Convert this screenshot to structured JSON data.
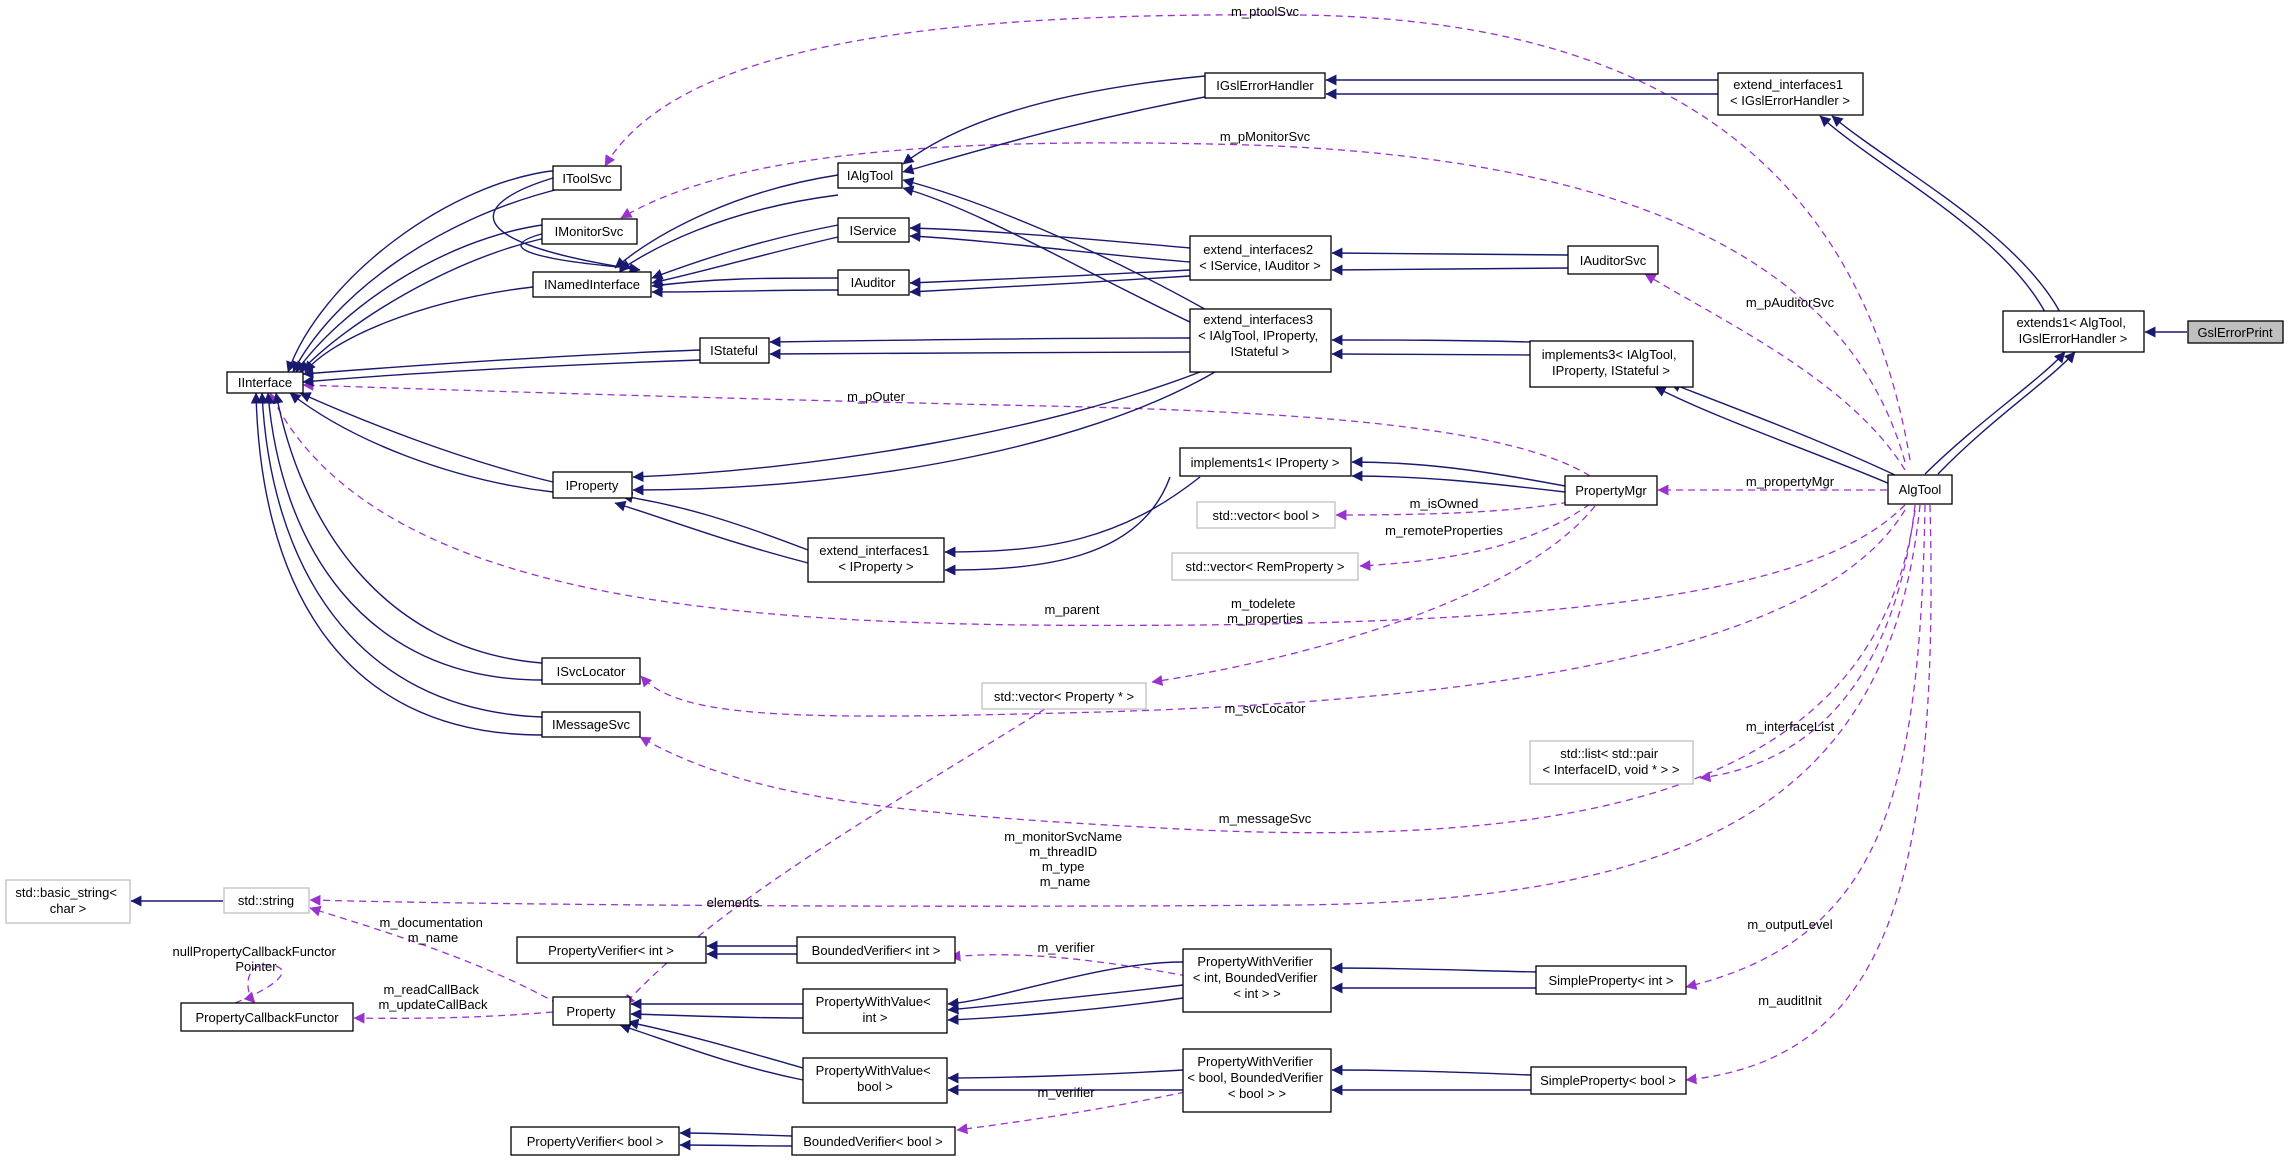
{
  "diagram": {
    "nodes": [
      {
        "id": "GslErrorPrint",
        "label": [
          "GslErrorPrint"
        ],
        "style": "focus"
      },
      {
        "id": "extends1",
        "label": [
          "extends1< AlgTool,",
          "IGslErrorHandler >"
        ]
      },
      {
        "id": "AlgTool",
        "label": [
          "AlgTool"
        ]
      },
      {
        "id": "extend_interfaces1_gsl",
        "label": [
          "extend_interfaces1",
          "< IGslErrorHandler >"
        ]
      },
      {
        "id": "IGslErrorHandler",
        "label": [
          "IGslErrorHandler"
        ]
      },
      {
        "id": "IAlgTool",
        "label": [
          "IAlgTool"
        ]
      },
      {
        "id": "IToolSvc",
        "label": [
          "IToolSvc"
        ]
      },
      {
        "id": "IMonitorSvc",
        "label": [
          "IMonitorSvc"
        ]
      },
      {
        "id": "INamedInterface",
        "label": [
          "INamedInterface"
        ]
      },
      {
        "id": "IInterface",
        "label": [
          "IInterface"
        ]
      },
      {
        "id": "IService",
        "label": [
          "IService"
        ]
      },
      {
        "id": "IAuditor",
        "label": [
          "IAuditor"
        ]
      },
      {
        "id": "IStateful",
        "label": [
          "IStateful"
        ]
      },
      {
        "id": "extend_interfaces2",
        "label": [
          "extend_interfaces2",
          "< IService, IAuditor >"
        ]
      },
      {
        "id": "IAuditorSvc",
        "label": [
          "IAuditorSvc"
        ]
      },
      {
        "id": "extend_interfaces3",
        "label": [
          "extend_interfaces3",
          "< IAlgTool, IProperty,",
          "IStateful >"
        ]
      },
      {
        "id": "implements3",
        "label": [
          "implements3< IAlgTool,",
          "IProperty, IStateful >"
        ]
      },
      {
        "id": "IProperty",
        "label": [
          "IProperty"
        ]
      },
      {
        "id": "implements1",
        "label": [
          "implements1< IProperty >"
        ]
      },
      {
        "id": "PropertyMgr",
        "label": [
          "PropertyMgr"
        ]
      },
      {
        "id": "vec_bool",
        "label": [
          "std::vector< bool >"
        ],
        "style": "gray"
      },
      {
        "id": "vec_remprop",
        "label": [
          "std::vector< RemProperty >"
        ],
        "style": "gray"
      },
      {
        "id": "extend_interfaces1_prop",
        "label": [
          "extend_interfaces1",
          "< IProperty >"
        ]
      },
      {
        "id": "ISvcLocator",
        "label": [
          "ISvcLocator"
        ]
      },
      {
        "id": "IMessageSvc",
        "label": [
          "IMessageSvc"
        ]
      },
      {
        "id": "vec_propptr",
        "label": [
          "std::vector< Property * >"
        ],
        "style": "gray"
      },
      {
        "id": "list_pair",
        "label": [
          "std::list< std::pair",
          "< InterfaceID, void * > >"
        ],
        "style": "gray"
      },
      {
        "id": "basic_string",
        "label": [
          "std::basic_string<",
          "char >"
        ],
        "style": "gray"
      },
      {
        "id": "std_string",
        "label": [
          "std::string"
        ],
        "style": "gray"
      },
      {
        "id": "PropertyVerifier_int",
        "label": [
          "PropertyVerifier< int >"
        ]
      },
      {
        "id": "BoundedVerifier_int",
        "label": [
          "BoundedVerifier< int >"
        ]
      },
      {
        "id": "PWV_int",
        "label": [
          "PropertyWithVerifier",
          "< int, BoundedVerifier",
          "< int > >"
        ]
      },
      {
        "id": "SimpleProperty_int",
        "label": [
          "SimpleProperty< int >"
        ]
      },
      {
        "id": "PropertyCallbackFunctor",
        "label": [
          "PropertyCallbackFunctor"
        ]
      },
      {
        "id": "Property",
        "label": [
          "Property"
        ]
      },
      {
        "id": "PWVal_int",
        "label": [
          "PropertyWithValue<",
          "int >"
        ]
      },
      {
        "id": "PWVal_bool",
        "label": [
          "PropertyWithValue<",
          "bool >"
        ]
      },
      {
        "id": "PWV_bool",
        "label": [
          "PropertyWithVerifier",
          "< bool, BoundedVerifier",
          "< bool > >"
        ]
      },
      {
        "id": "SimpleProperty_bool",
        "label": [
          "SimpleProperty< bool >"
        ]
      },
      {
        "id": "PropertyVerifier_bool",
        "label": [
          "PropertyVerifier< bool >"
        ]
      },
      {
        "id": "BoundedVerifier_bool",
        "label": [
          "BoundedVerifier< bool >"
        ]
      }
    ],
    "edge_labels": [
      {
        "id": "lbl_ptoolsvc",
        "lines": [
          "m_ptoolSvc"
        ]
      },
      {
        "id": "lbl_pmonitorsvc",
        "lines": [
          "m_pMonitorSvc"
        ]
      },
      {
        "id": "lbl_pauditorsvc",
        "lines": [
          "m_pAuditorSvc"
        ]
      },
      {
        "id": "lbl_pouter",
        "lines": [
          "m_pOuter"
        ]
      },
      {
        "id": "lbl_propertymgr",
        "lines": [
          "m_propertyMgr"
        ]
      },
      {
        "id": "lbl_isowned",
        "lines": [
          "m_isOwned"
        ]
      },
      {
        "id": "lbl_remoteprops",
        "lines": [
          "m_remoteProperties"
        ]
      },
      {
        "id": "lbl_parent",
        "lines": [
          "m_parent"
        ]
      },
      {
        "id": "lbl_todelete",
        "lines": [
          "m_todelete",
          "m_properties"
        ]
      },
      {
        "id": "lbl_svclocator",
        "lines": [
          "m_svcLocator"
        ]
      },
      {
        "id": "lbl_interfacelist",
        "lines": [
          "m_interfaceList"
        ]
      },
      {
        "id": "lbl_messagesvc",
        "lines": [
          "m_messageSvc"
        ]
      },
      {
        "id": "lbl_strings",
        "lines": [
          "m_monitorSvcName",
          "m_threadID",
          "m_type",
          "m_name"
        ]
      },
      {
        "id": "lbl_elements",
        "lines": [
          "elements"
        ]
      },
      {
        "id": "lbl_outputlevel",
        "lines": [
          "m_outputLevel"
        ]
      },
      {
        "id": "lbl_doc",
        "lines": [
          "m_documentation",
          "m_name"
        ]
      },
      {
        "id": "lbl_nullcb",
        "lines": [
          "nullPropertyCallbackFunctor",
          "Pointer"
        ]
      },
      {
        "id": "lbl_verifier1",
        "lines": [
          "m_verifier"
        ]
      },
      {
        "id": "lbl_readcb",
        "lines": [
          "m_readCallBack",
          "m_updateCallBack"
        ]
      },
      {
        "id": "lbl_auditinit",
        "lines": [
          "m_auditInit"
        ]
      },
      {
        "id": "lbl_verifier2",
        "lines": [
          "m_verifier"
        ]
      }
    ]
  }
}
